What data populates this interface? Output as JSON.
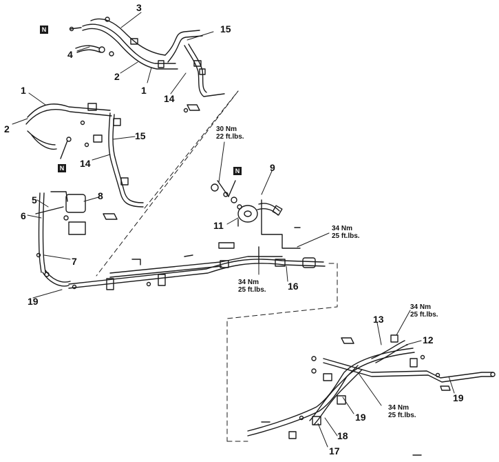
{
  "callouts": {
    "c1a": "1",
    "c1b": "1",
    "c2a": "2",
    "c2b": "2",
    "c3": "3",
    "c4": "4",
    "c5": "5",
    "c6": "6",
    "c7": "7",
    "c8": "8",
    "c9": "9",
    "c11": "11",
    "c12": "12",
    "c13": "13",
    "c14a": "14",
    "c14b": "14",
    "c15a": "15",
    "c15b": "15",
    "c16": "16",
    "c17": "17",
    "c18": "18",
    "c19a": "19",
    "c19b": "19",
    "c19c": "19"
  },
  "torques": {
    "t1": {
      "nm": "30 Nm",
      "ft": "22 ft.lbs."
    },
    "t2": {
      "nm": "34 Nm",
      "ft": "25 ft.lbs."
    },
    "t3": {
      "nm": "34 Nm",
      "ft": "25 ft.lbs."
    },
    "t4": {
      "nm": "34 Nm",
      "ft": "25 ft.lbs."
    },
    "t5": {
      "nm": "34 Nm",
      "ft": "25 ft.lbs."
    }
  },
  "markers": {
    "n1": "N",
    "n2": "N",
    "n3": "N"
  }
}
